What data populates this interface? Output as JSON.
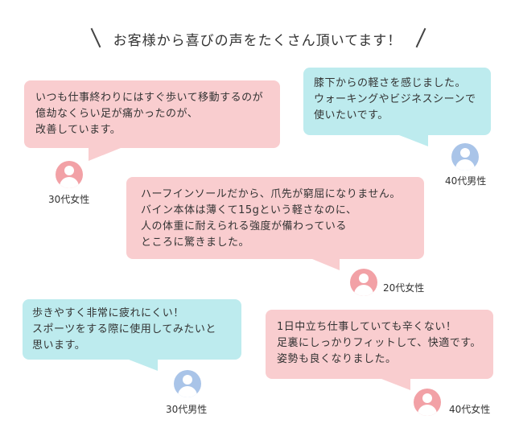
{
  "title": "お客様から喜びの声をたくさん頂いてます！",
  "testimonials": [
    {
      "lines": [
        "いつも仕事終わりにはすぐ歩いて移動するのが",
        "億劫なくらい足が痛かったのが、",
        "改善しています。"
      ],
      "label": "30代女性",
      "bubble_color": "#f9cdcf",
      "avatar_icon": "female-user-icon"
    },
    {
      "lines": [
        "膝下からの軽さを感じました。",
        "ウォーキングやビジネスシーンで",
        "使いたいです。"
      ],
      "label": "40代男性",
      "bubble_color": "#bdebee",
      "avatar_icon": "male-user-icon"
    },
    {
      "lines": [
        "ハーフインソールだから、爪先が窮屈になりません。",
        "バイン本体は薄くて15gという軽さなのに、",
        "人の体重に耐えられる強度が備わっている",
        "ところに驚きました。"
      ],
      "label": "20代女性",
      "bubble_color": "#f9cdcf",
      "avatar_icon": "female-user-icon"
    },
    {
      "lines": [
        "歩きやすく非常に疲れにくい！",
        "スポーツをする際に使用してみたいと",
        "思います。"
      ],
      "label": "30代男性",
      "bubble_color": "#bdebee",
      "avatar_icon": "male-user-icon"
    },
    {
      "lines": [
        "1日中立ち仕事していても辛くない！",
        "足裏にしっかりフィットして、快適です。",
        "姿勢も良くなりました。"
      ],
      "label": "40代女性",
      "bubble_color": "#f9cdcf",
      "avatar_icon": "female-user-icon"
    }
  ]
}
